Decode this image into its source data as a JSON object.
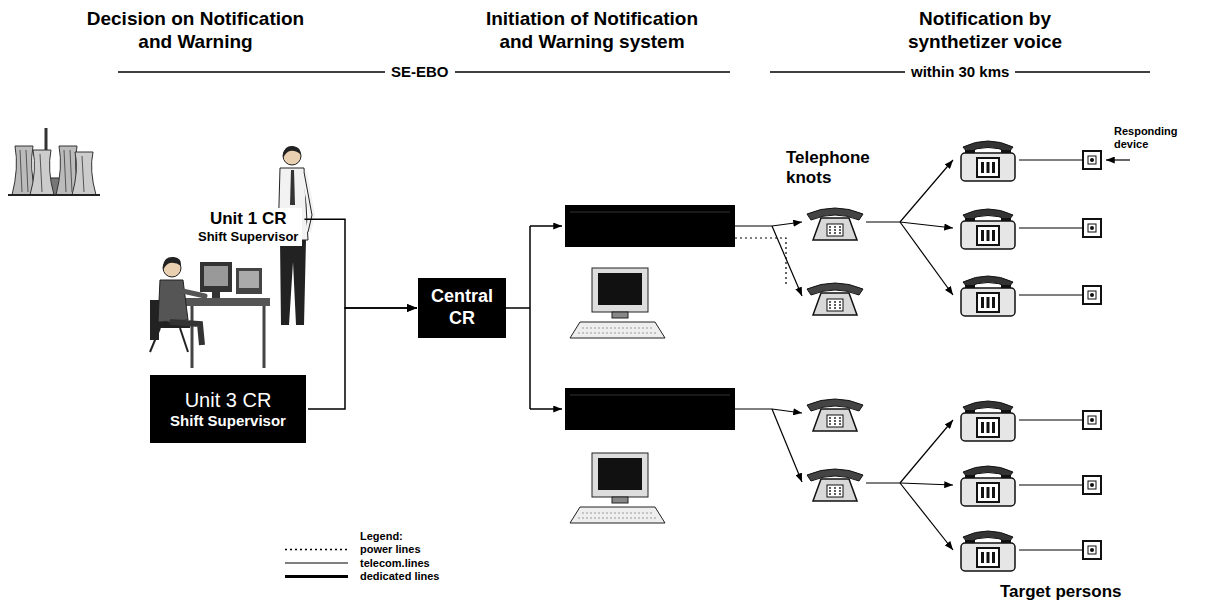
{
  "diagram": {
    "nodes": [
      {
        "text": [
          "Unit 1 CR",
          "Shift Supervisor"
        ]
      },
      {
        "text": [
          "Unit 3 CR",
          "Shift Supervisor"
        ]
      },
      {
        "text": [
          "Central CR"
        ]
      }
    ],
    "edges": [
      {
        "from": 0,
        "to": 2,
        "arrow": "to"
      },
      {
        "from": 1,
        "to": 2,
        "arrow": "to"
      }
    ],
    "labels": [
      "Decision on Notification and Warning",
      "Initiation of Notification and Warning system",
      "Notification by synthetizer voice",
      "SE-EBO",
      "within 30 kms",
      "Telephone knots",
      "Responding device",
      "Target persons",
      "Legend:"
    ],
    "legend": [
      {
        "text": "power lines"
      },
      {
        "text": "telecom.lines"
      },
      {
        "text": "dedicated lines"
      }
    ]
  }
}
